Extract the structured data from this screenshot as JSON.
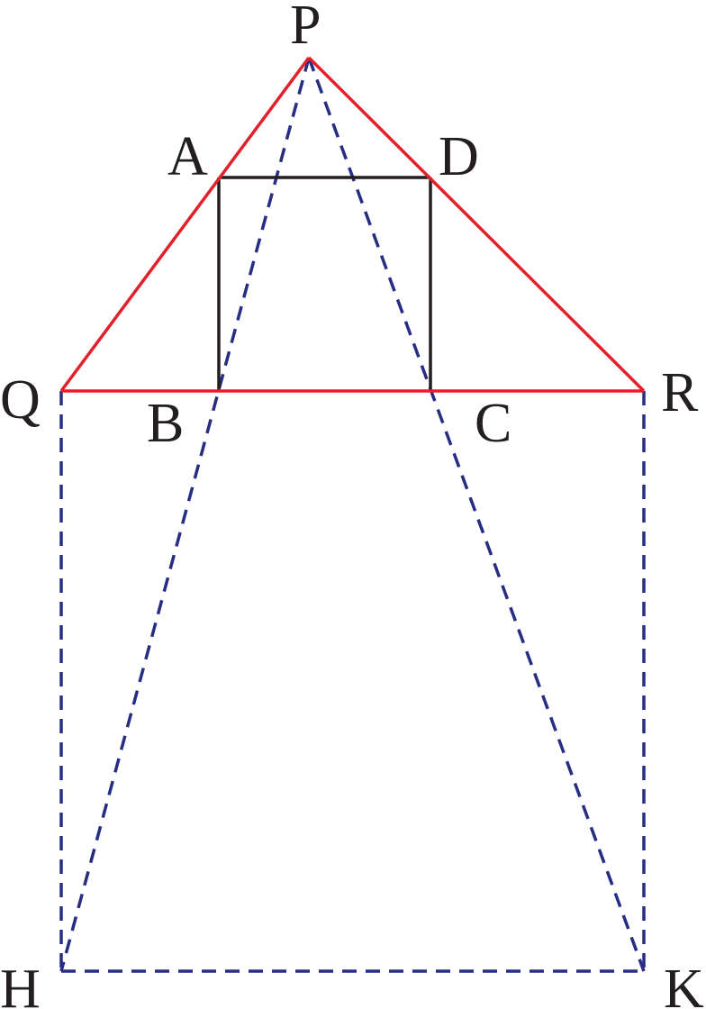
{
  "labels": {
    "P": "P",
    "A": "A",
    "D": "D",
    "Q": "Q",
    "R": "R",
    "B": "B",
    "C": "C",
    "H": "H",
    "K": "K"
  },
  "colors": {
    "triangle": "#e3202a",
    "square": "#231f20",
    "construction": "#262d83",
    "text": "#231f20"
  }
}
